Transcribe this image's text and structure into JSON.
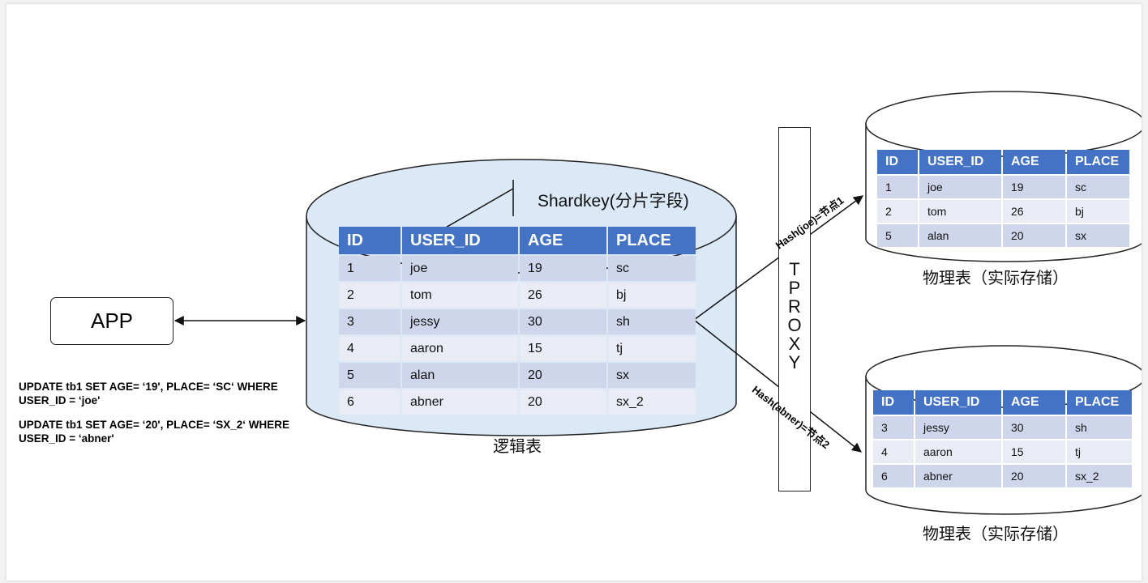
{
  "app_label": "APP",
  "sql_statements": [
    "UPDATE tb1 SET AGE= ‘19', PLACE= ‘SC‘ WHERE USER_ID = ‘joe'",
    "UPDATE tb1 SET AGE= ‘20', PLACE= ‘SX_2‘ WHERE USER_ID = ‘abner'"
  ],
  "logical_table": {
    "caption": "逻辑表",
    "shardkey_label": "Shardkey(分片字段)",
    "headers": [
      "ID",
      "USER_ID",
      "AGE",
      "PLACE"
    ],
    "rows": [
      [
        "1",
        "joe",
        "19",
        "sc"
      ],
      [
        "2",
        "tom",
        "26",
        "bj"
      ],
      [
        "3",
        "jessy",
        "30",
        "sh"
      ],
      [
        "4",
        "aaron",
        "15",
        "tj"
      ],
      [
        "5",
        "alan",
        "20",
        "sx"
      ],
      [
        "6",
        "abner",
        "20",
        "sx_2"
      ]
    ]
  },
  "proxy_label": [
    "T",
    "P",
    "R",
    "O",
    "X",
    "Y"
  ],
  "hash_labels": [
    "Hash(joe)=节点1",
    "Hash(abner)=节点2"
  ],
  "node1_table": {
    "caption": "物理表（实际存储）",
    "headers": [
      "ID",
      "USER_ID",
      "AGE",
      "PLACE"
    ],
    "rows": [
      [
        "1",
        "joe",
        "19",
        "sc"
      ],
      [
        "2",
        "tom",
        "26",
        "bj"
      ],
      [
        "5",
        "alan",
        "20",
        "sx"
      ]
    ]
  },
  "node2_table": {
    "caption": "物理表（实际存储）",
    "headers": [
      "ID",
      "USER_ID",
      "AGE",
      "PLACE"
    ],
    "rows": [
      [
        "3",
        "jessy",
        "30",
        "sh"
      ],
      [
        "4",
        "aaron",
        "15",
        "tj"
      ],
      [
        "6",
        "abner",
        "20",
        "sx_2"
      ]
    ]
  },
  "colors": {
    "header_blue": "#4472c4",
    "row_dark": "#cfd5ea",
    "row_light": "#e9ebf5",
    "cylinder_fill": "#dbe8f6"
  }
}
